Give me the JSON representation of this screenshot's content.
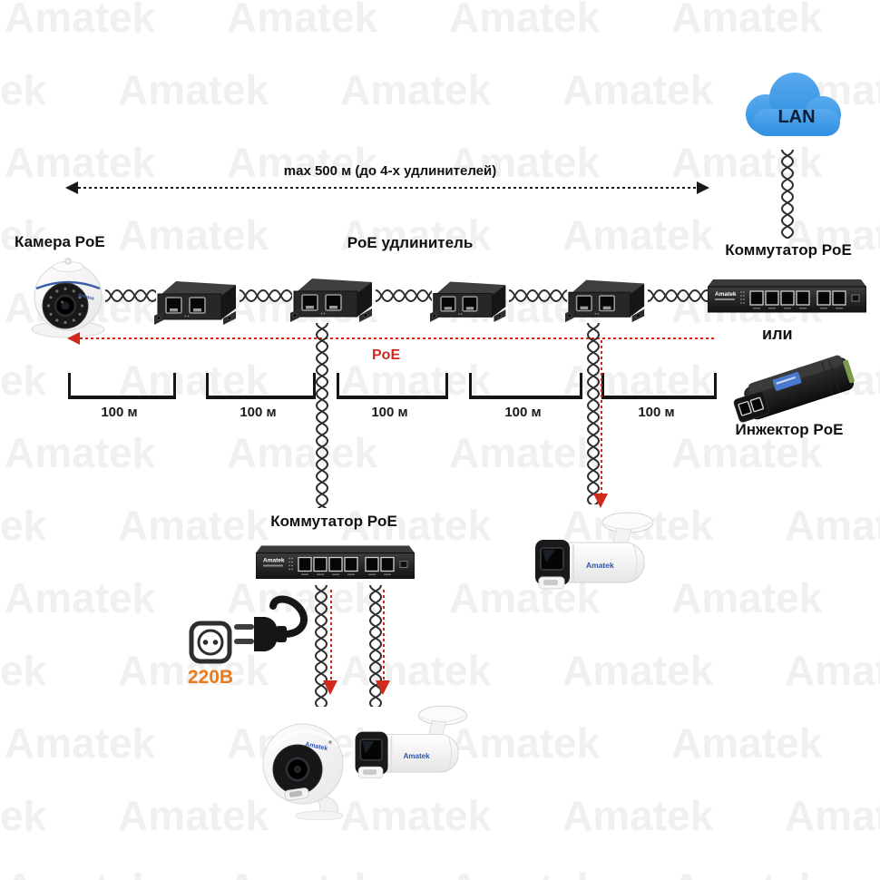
{
  "brand": "Amatek",
  "watermark_text": "Amatek",
  "colors": {
    "cloud_blue": "#3d9ae8",
    "poe_red": "#cf2a1d",
    "power_orange": "#e87b20",
    "device_dark": "#222222",
    "watermark_gray": "#f0f0f0"
  },
  "header": {
    "distance_label": "max 500 м (до 4-х удлинителей)"
  },
  "labels": {
    "camera": "Камера PoE",
    "extender": "PoE удлинитель",
    "switch": "Коммутатор PoE",
    "lan": "LAN",
    "or": "или",
    "injector": "Инжектор PoE",
    "lower_switch": "Коммутатор PoE",
    "power": "220В",
    "poe": "PoE"
  },
  "segments": [
    {
      "length": "100 м"
    },
    {
      "length": "100 м"
    },
    {
      "length": "100 м"
    },
    {
      "length": "100 м"
    },
    {
      "length": "100 м"
    }
  ]
}
